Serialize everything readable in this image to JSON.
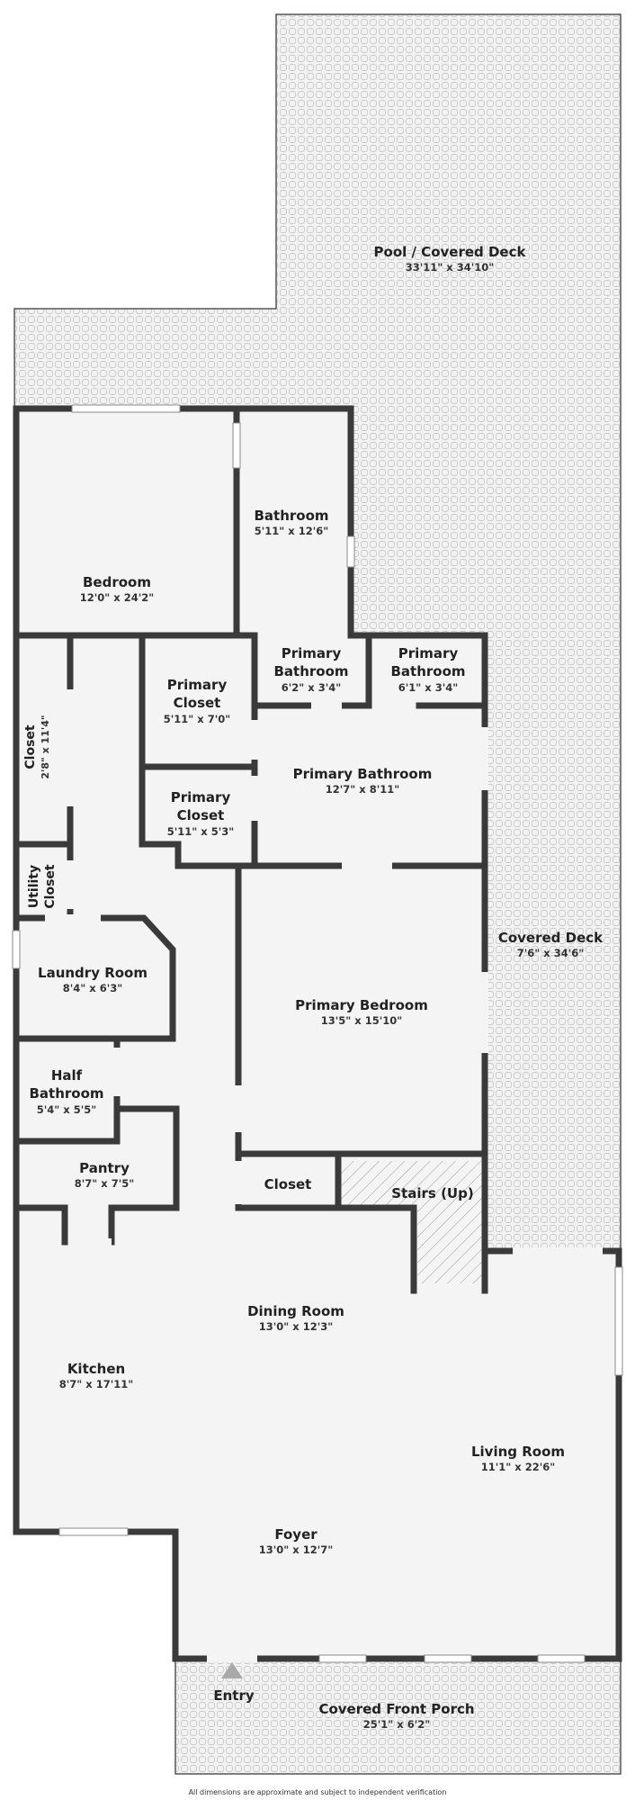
{
  "colors": {
    "wall": "#3a3a3a",
    "floor": "#f4f4f4",
    "deck": "#f2f2f2",
    "deck_pattern": "#c9c9c9",
    "window": "#ffffff",
    "entry_arrow": "#a9a9a9"
  },
  "rooms": {
    "pool_deck": {
      "name": "Pool / Covered Deck",
      "dim": "33'11\" x 34'10\""
    },
    "bedroom": {
      "name": "Bedroom",
      "dim": "12'0\" x 24'2\""
    },
    "bathroom": {
      "name": "Bathroom",
      "dim": "5'11\" x 12'6\""
    },
    "closet_left": {
      "name": "Closet",
      "dim": "2'8\" x 11'4\""
    },
    "primary_closet_1": {
      "name_line1": "Primary",
      "name_line2": "Closet",
      "dim": "5'11\" x 7'0\""
    },
    "primary_bath_small_1": {
      "name_line1": "Primary",
      "name_line2": "Bathroom",
      "dim": "6'2\" x 3'4\""
    },
    "primary_bath_small_2": {
      "name_line1": "Primary",
      "name_line2": "Bathroom",
      "dim": "6'1\" x 3'4\""
    },
    "primary_bathroom": {
      "name": "Primary Bathroom",
      "dim": "12'7\" x 8'11\""
    },
    "primary_closet_2": {
      "name_line1": "Primary",
      "name_line2": "Closet",
      "dim": "5'11\" x 5'3\""
    },
    "utility_closet": {
      "name_line1": "Utility",
      "name_line2": "Closet"
    },
    "laundry": {
      "name": "Laundry Room",
      "dim": "8'4\" x 6'3\""
    },
    "covered_deck": {
      "name": "Covered Deck",
      "dim": "7'6\" x 34'6\""
    },
    "primary_bedroom": {
      "name": "Primary Bedroom",
      "dim": "13'5\" x 15'10\""
    },
    "half_bath": {
      "name_line1": "Half",
      "name_line2": "Bathroom",
      "dim": "5'4\" x 5'5\""
    },
    "pantry": {
      "name": "Pantry",
      "dim": "8'7\" x 7'5\""
    },
    "closet_mid": {
      "name": "Closet"
    },
    "stairs": {
      "name": "Stairs (Up)"
    },
    "dining": {
      "name": "Dining Room",
      "dim": "13'0\" x 12'3\""
    },
    "kitchen": {
      "name": "Kitchen",
      "dim": "8'7\" x 17'11\""
    },
    "living": {
      "name": "Living Room",
      "dim": "11'1\" x 22'6\""
    },
    "foyer": {
      "name": "Foyer",
      "dim": "13'0\" x 12'7\""
    },
    "entry": {
      "name": "Entry"
    },
    "front_porch": {
      "name": "Covered Front Porch",
      "dim": "25'1\" x 6'2\""
    }
  },
  "footer": {
    "disclaimer": "All dimensions are approximate and subject to independent verification"
  }
}
